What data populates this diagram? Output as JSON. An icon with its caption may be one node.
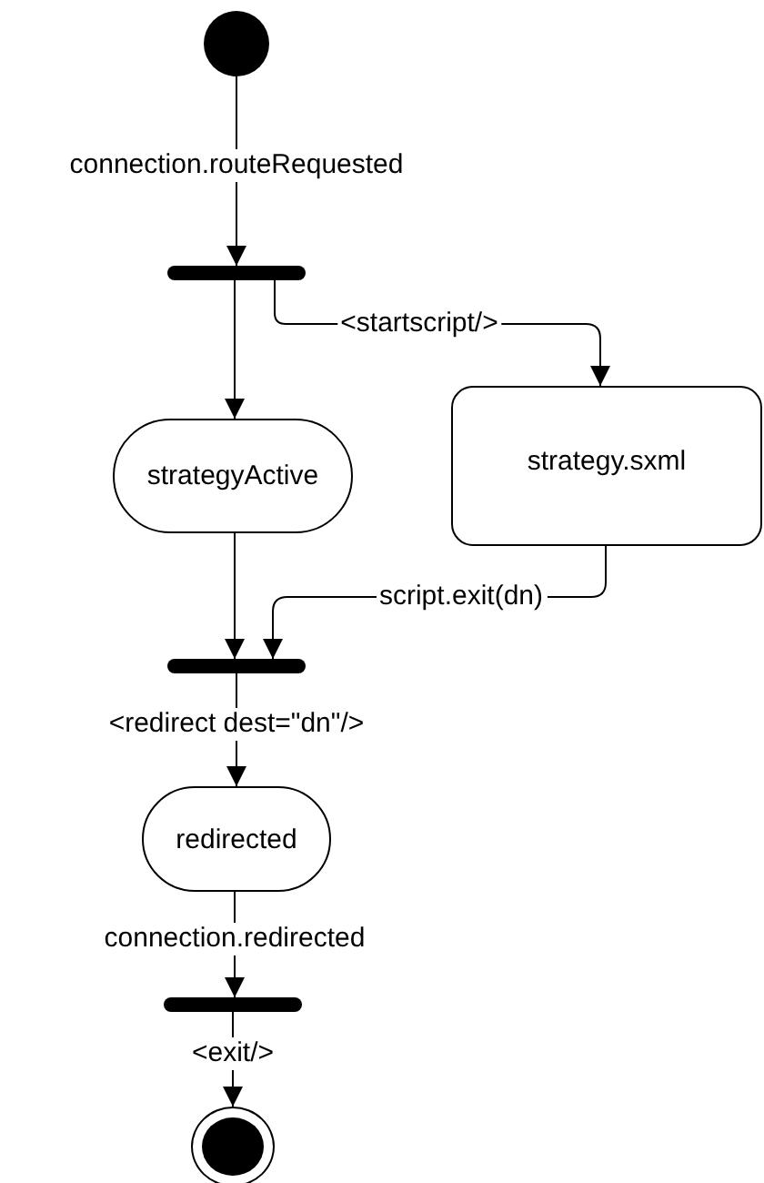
{
  "diagram": {
    "nodes": [
      {
        "text": [],
        "shape": "circle"
      },
      {
        "text": [],
        "shape": "bar"
      },
      {
        "text": [
          "strategyActive"
        ]
      },
      {
        "text": [
          "strategy.sxml"
        ]
      },
      {
        "text": [],
        "shape": "bar"
      },
      {
        "text": [
          "redirected"
        ]
      },
      {
        "text": [],
        "shape": "bar"
      },
      {
        "text": [],
        "shape": "circle"
      }
    ],
    "edges": [
      {
        "from": 0,
        "to": 1,
        "arrow": "to",
        "label": "connection.routeRequested"
      },
      {
        "from": 1,
        "to": 2,
        "arrow": "to"
      },
      {
        "from": 1,
        "to": 3,
        "arrow": "to",
        "label": "<startscript/>"
      },
      {
        "from": 2,
        "to": 4,
        "arrow": "to"
      },
      {
        "from": 3,
        "to": 4,
        "arrow": "to",
        "label": "script.exit(dn)"
      },
      {
        "from": 4,
        "to": 5,
        "arrow": "to",
        "label": "<redirect dest=\"dn\"/>"
      },
      {
        "from": 5,
        "to": 6,
        "arrow": "to",
        "label": "connection.redirected"
      },
      {
        "from": 6,
        "to": 7,
        "arrow": "to",
        "label": "<exit/>"
      }
    ]
  }
}
